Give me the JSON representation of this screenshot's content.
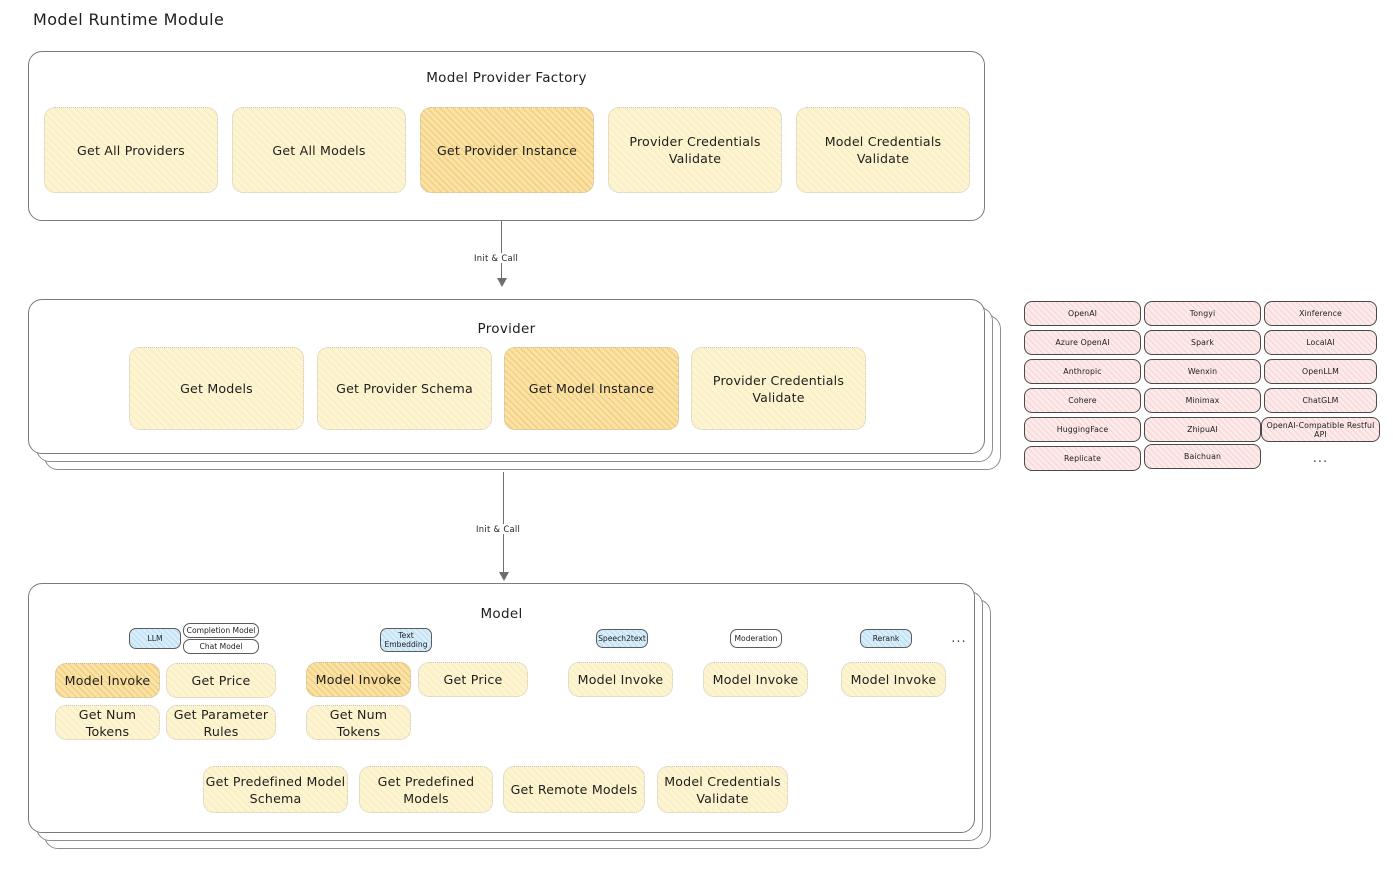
{
  "page": {
    "title": "Model Runtime Module"
  },
  "factory": {
    "title": "Model Provider Factory",
    "methods": [
      {
        "label": "Get All Providers",
        "highlighted": false
      },
      {
        "label": "Get All Models",
        "highlighted": false
      },
      {
        "label": "Get Provider Instance",
        "highlighted": true
      },
      {
        "label": "Provider Credentials Validate",
        "highlighted": false
      },
      {
        "label": "Model Credentials Validate",
        "highlighted": false
      }
    ]
  },
  "arrow_factory_to_provider": {
    "label": "Init & Call"
  },
  "provider": {
    "title": "Provider",
    "methods": [
      {
        "label": "Get Models",
        "highlighted": false
      },
      {
        "label": "Get Provider Schema",
        "highlighted": false
      },
      {
        "label": "Get Model Instance",
        "highlighted": true
      },
      {
        "label": "Provider Credentials Validate",
        "highlighted": false
      }
    ]
  },
  "arrow_provider_to_model": {
    "label": "Init & Call"
  },
  "provider_tags": {
    "columns": [
      [
        "OpenAI",
        "Azure OpenAI",
        "Anthropic",
        "Cohere",
        "HuggingFace",
        "Replicate"
      ],
      [
        "Tongyi",
        "Spark",
        "Wenxin",
        "Minimax",
        "ZhipuAI",
        "Baichuan"
      ],
      [
        "Xinference",
        "LocalAI",
        "OpenLLM",
        "ChatGLM",
        "OpenAI-Compatible Restful API"
      ]
    ],
    "more_symbol": "..."
  },
  "model": {
    "title": "Model",
    "more_symbol": "...",
    "types": [
      {
        "badge": "LLM",
        "sub_badges": [
          "Completion Model",
          "Chat Model"
        ],
        "methods": [
          {
            "label": "Model Invoke",
            "highlighted": true
          },
          {
            "label": "Get Price",
            "highlighted": false
          },
          {
            "label": "Get Num Tokens",
            "highlighted": false
          },
          {
            "label": "Get Parameter Rules",
            "highlighted": false
          }
        ]
      },
      {
        "badge": "Text Embedding",
        "sub_badges": [],
        "methods": [
          {
            "label": "Model Invoke",
            "highlighted": true
          },
          {
            "label": "Get Price",
            "highlighted": false
          },
          {
            "label": "Get Num Tokens",
            "highlighted": false
          }
        ]
      },
      {
        "badge": "Speech2text",
        "sub_badges": [],
        "methods": [
          {
            "label": "Model Invoke",
            "highlighted": false
          }
        ]
      },
      {
        "badge": "Moderation",
        "sub_badges": [],
        "methods": [
          {
            "label": "Model Invoke",
            "highlighted": false
          }
        ]
      },
      {
        "badge": "Rerank",
        "sub_badges": [],
        "methods": [
          {
            "label": "Model Invoke",
            "highlighted": false
          }
        ]
      }
    ],
    "common_methods": [
      "Get Predefined Model Schema",
      "Get Predefined Models",
      "Get Remote Models",
      "Model Credentials Validate"
    ]
  },
  "colors": {
    "box_fill": "#fdf4d3",
    "box_fill_highlight": "#fae2a8",
    "badge_fill": "#d9eefb",
    "tag_fill": "#fdeaea",
    "stroke": "#7b7b7b",
    "text": "#1e1e1e"
  }
}
